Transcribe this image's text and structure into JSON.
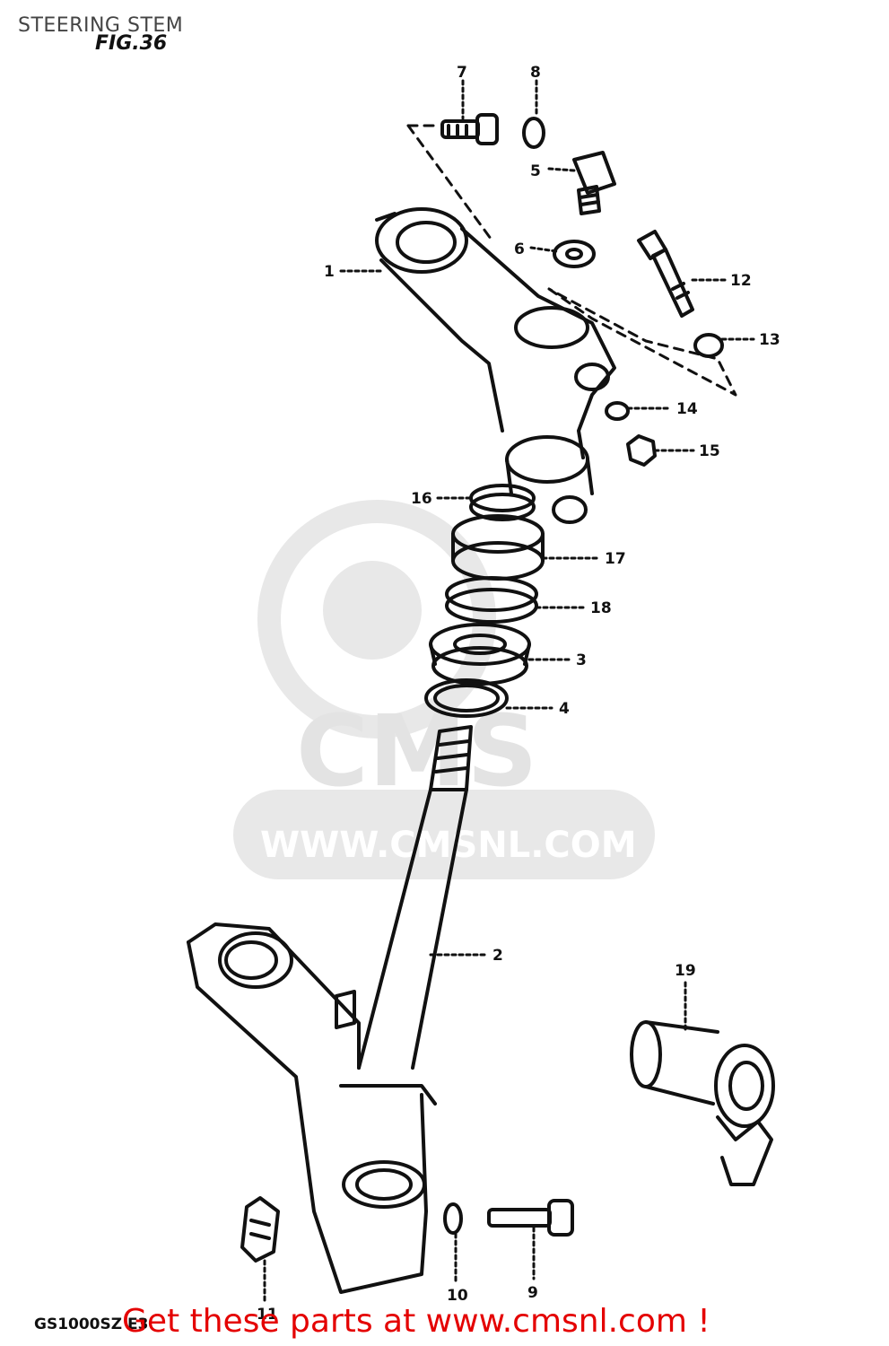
{
  "header": {
    "title": "STEERING STEM",
    "figure": "FIG.36"
  },
  "diagram_code": "GS1000SZ E3",
  "watermark": {
    "letters": "CMS",
    "url": "WWW.CMSNL.COM"
  },
  "cta_text": "Get these parts at www.cmsnl.com !",
  "parts": [
    {
      "number": "1",
      "name": "upper-bracket"
    },
    {
      "number": "2",
      "name": "steering-stem"
    },
    {
      "number": "3",
      "name": "bearing-upper"
    },
    {
      "number": "4",
      "name": "washer-ring"
    },
    {
      "number": "5",
      "name": "bolt"
    },
    {
      "number": "6",
      "name": "washer"
    },
    {
      "number": "7",
      "name": "bolt"
    },
    {
      "number": "8",
      "name": "washer"
    },
    {
      "number": "9",
      "name": "bolt"
    },
    {
      "number": "10",
      "name": "washer"
    },
    {
      "number": "11",
      "name": "clamp"
    },
    {
      "number": "12",
      "name": "bolt"
    },
    {
      "number": "13",
      "name": "washer"
    },
    {
      "number": "14",
      "name": "washer"
    },
    {
      "number": "15",
      "name": "nut"
    },
    {
      "number": "16",
      "name": "lock-washer"
    },
    {
      "number": "17",
      "name": "stem-nut"
    },
    {
      "number": "18",
      "name": "dust-seal"
    },
    {
      "number": "19",
      "name": "steering-lock"
    }
  ],
  "colors": {
    "line": "#111111",
    "watermark": "#e6e6e6",
    "cta": "#e40000"
  }
}
